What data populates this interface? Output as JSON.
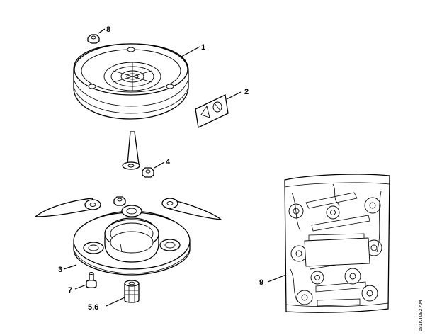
{
  "callouts": {
    "c1": "1",
    "c2": "2",
    "c3": "3",
    "c4": "4",
    "c7": "7",
    "c56": "5,6",
    "c8": "8",
    "c9": "9"
  },
  "document_id": "681KT092 AM"
}
